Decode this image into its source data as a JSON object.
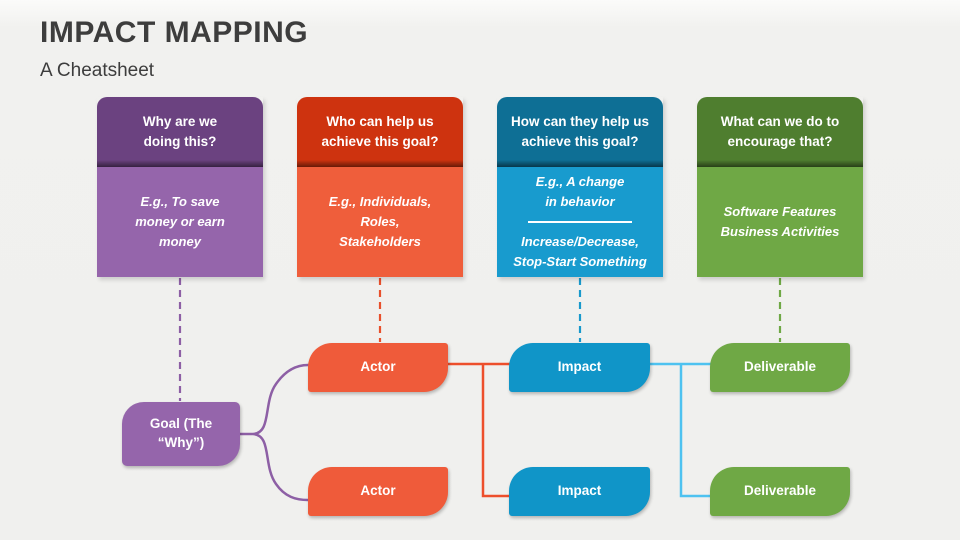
{
  "slide": {
    "title": "IMPACT MAPPING",
    "subtitle": "A Cheatsheet"
  },
  "columns": [
    {
      "header": "Why are we\ndoing this?",
      "body": "E.g., To save\nmoney or earn\nmoney",
      "header_color": "#6b4280",
      "body_color": "#9565ab"
    },
    {
      "header": "Who can help us\nachieve this goal?",
      "body": "E.g., Individuals,\nRoles,\nStakeholders",
      "header_color": "#ce330f",
      "body_color": "#ef5e3b"
    },
    {
      "header": "How can they help us\nachieve this goal?",
      "body": "E.g., A change\nin behavior",
      "body2": "Increase/Decrease,\nStop-Start Something",
      "header_color": "#0e6f95",
      "body_color": "#189bce"
    },
    {
      "header": "What can we do to\nencourage that?",
      "body": "Software Features\nBusiness Activities",
      "header_color": "#4f7e2f",
      "body_color": "#6fa845"
    }
  ],
  "nodes": {
    "goal": "Goal (The\n“Why”)",
    "actor": "Actor",
    "impact": "Impact",
    "deliverable": "Deliverable"
  },
  "colors": {
    "goal_node": "#9565ab",
    "actor_node": "#ef5b3a",
    "impact_node": "#1095c8",
    "deliverable_node": "#6fa845",
    "connector_orange": "#ed4f2c",
    "connector_light_blue": "#4ec2f0",
    "connector_purple": "#8d5fa5",
    "dashed_purple": "#8d5fa5",
    "dashed_orange": "#e8502c",
    "dashed_blue": "#1899cc",
    "dashed_green": "#6fa845",
    "title_text": "#3d3d3d",
    "background": "#f0f0ee"
  }
}
